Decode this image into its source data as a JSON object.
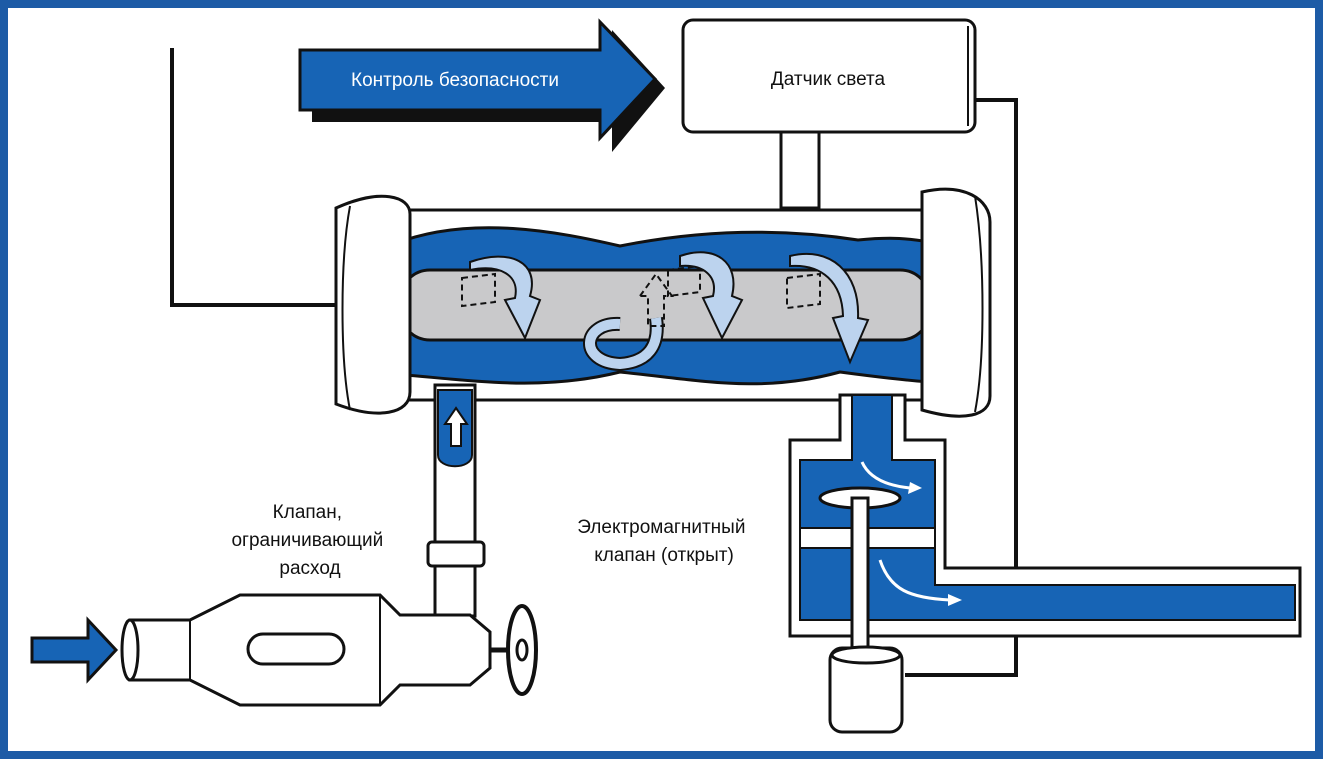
{
  "labels": {
    "safety_control": "Контроль безопасности",
    "light_sensor": "Датчик света",
    "flow_valve_line1": "Клапан,",
    "flow_valve_line2": "ограничивающий",
    "flow_valve_line3": "расход",
    "solenoid_line1": "Электромагнитный",
    "solenoid_line2": "клапан (открыт)"
  },
  "colors": {
    "frame": "#1d5ba6",
    "water": "#1764b5",
    "outline": "#111111",
    "lamp": "#c9c9cb",
    "body": "#ffffff"
  },
  "icons": {
    "inflow_arrow": "arrow-right-icon",
    "safety_arrow": "arrow-right-icon",
    "flow_arrow": "arrow-up-icon",
    "handwheel": "valve-handwheel-icon",
    "swirl": "swirl-arrow-icon"
  }
}
